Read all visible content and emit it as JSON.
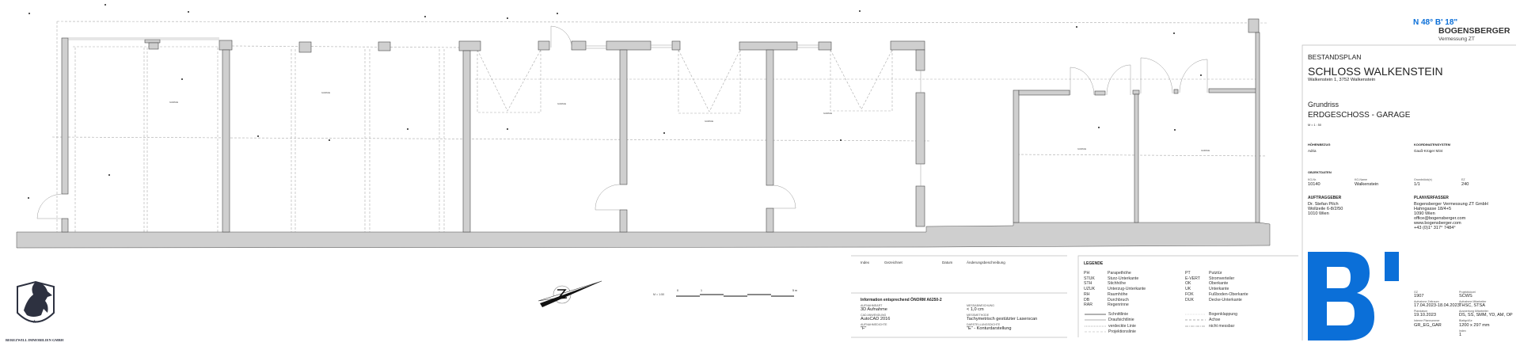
{
  "plan": {
    "room_labels": [
      "GARAGE",
      "GARAGE",
      "GARAGE",
      "GARAGE",
      "GARAGE",
      "GARAGE",
      "GARAGE"
    ]
  },
  "logo": {
    "company": "BEREZWILL IMMOBILIEN GMBH"
  },
  "scale_bar": {
    "label": "M = 1:50",
    "ticks": [
      "0",
      "1",
      "5 m"
    ]
  },
  "revision_table": {
    "headers": [
      "Index",
      "Gezeichnet",
      "Datum",
      "Änderungsbeschreibung"
    ]
  },
  "info": {
    "heading": "Information entsprechend ÖNORM A6250-2",
    "left": [
      {
        "label": "Aufnahmeart",
        "value": "3D Aufnahme"
      },
      {
        "label": "CAD Anwendung",
        "value": "AutoCAD 2016"
      },
      {
        "label": "Aufnahmedichte",
        "value": "\"F\""
      }
    ],
    "right": [
      {
        "label": "Messabweichung",
        "value": "< 1,0 cm"
      },
      {
        "label": "Messmethode",
        "value": "Tachymetrisch gestützter Laserscan"
      },
      {
        "label": "Darstellungsdichte",
        "value": "\"E\" - Konturdarstellung"
      }
    ]
  },
  "legend": {
    "title": "LEGENDE",
    "abbr_left": [
      {
        "k": "PH",
        "v": "Parapethöhe"
      },
      {
        "k": "STUK",
        "v": "Sturz-Unterkante"
      },
      {
        "k": "STH",
        "v": "Stichhöhe"
      },
      {
        "k": "UZUK",
        "v": "Unterzug-Unterkante"
      },
      {
        "k": "RH",
        "v": "Raumhöhe"
      },
      {
        "k": "DB",
        "v": "Durchbruch"
      },
      {
        "k": "RAR",
        "v": "Regenrinne"
      }
    ],
    "abbr_right": [
      {
        "k": "PT",
        "v": "Putztür"
      },
      {
        "k": "E-VERT",
        "v": "Stromverteiler"
      },
      {
        "k": "OK",
        "v": "Oberkante"
      },
      {
        "k": "UK",
        "v": "Unterkante"
      },
      {
        "k": "FOK",
        "v": "Fußboden-Oberkante"
      },
      {
        "k": "DUK",
        "v": "Decke-Unterkante"
      }
    ],
    "lines_left": [
      "Schnittlinie",
      "Draufsichtlinie",
      "verdeckte Linie",
      "Projektionslinie"
    ],
    "lines_right": [
      "Bogenklappung",
      "Achse",
      "nicht messbar"
    ]
  },
  "title_block": {
    "coords": "N 48° B' 18\"",
    "firm": "BOGENSBERGER",
    "firm_sub": "Vermessung ZT",
    "plan_type": "BESTANDSPLAN",
    "project": "SCHLOSS WALKENSTEIN",
    "address": "Walkenstein 1, 3752 Walkenstein",
    "drawing": "Grundriss",
    "floor": "ERDGESCHOSS - GARAGE",
    "scale": "M = 1 : 50",
    "hoehenbezug_label": "HÖHENBEZUG",
    "hoehenbezug": "Adria",
    "koordinaten_label": "KOORDINATENSYSTEM",
    "koordinaten": "Gauß-Krüger M34",
    "objektdaten_label": "OBJEKTDATEN",
    "objekt": [
      {
        "label": "KG-Nr.",
        "value": "10140"
      },
      {
        "label": "KG-Name",
        "value": "Walkenstein"
      },
      {
        "label": "Grundstück(e)",
        "value": "1/1"
      },
      {
        "label": "EZ",
        "value": "240"
      }
    ],
    "auftraggeber_label": "AUFTRAGGEBER",
    "auftraggeber": [
      "Dr. Stefan Pilch",
      "Wollzeile 6-8/2/50",
      "1010 Wien"
    ],
    "planverfasser_label": "PLANVERFASSER",
    "planverfasser": [
      "Bogensberger Vermessung ZT GmbH",
      "Hahngasse 18/4+5",
      "1090 Wien",
      "office@bogensberger.com",
      "www.bogensberger.com",
      "+43 (0)1° 317° 7484°"
    ],
    "big_logo": "B'",
    "meta_left": [
      {
        "label": "GZ",
        "value": "1907"
      },
      {
        "label": "Aufnahme Zeitraum",
        "value": "17.04.2023-18.04.2023"
      },
      {
        "label": "Plandatum",
        "value": "19.10.2023"
      },
      {
        "label": "Interne Plannummer",
        "value": "GR_EG_GAR"
      }
    ],
    "meta_right": [
      {
        "label": "Projektkürzel",
        "value": "SCWS"
      },
      {
        "label": "Aufnahme Mitarbeiter",
        "value": "THSC, STSA"
      },
      {
        "label": "Auswertung Mitarbeiter",
        "value": "DS, SS, SMM, YD, AM, OP"
      },
      {
        "label": "Blattgröße",
        "value": "1200 x 297 mm"
      },
      {
        "label": "Index",
        "value": "1"
      }
    ]
  },
  "colors": {
    "brand_blue": "#0b6fd8",
    "wall_fill": "#cfcfcf",
    "wall_stroke": "#4a4a4a"
  }
}
